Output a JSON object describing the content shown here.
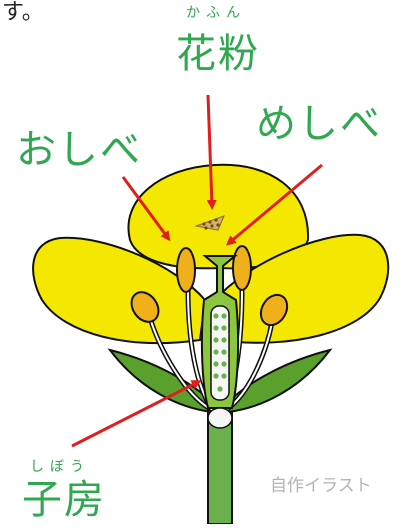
{
  "header": {
    "trailing_text": "す。"
  },
  "labels": {
    "pollen": {
      "ruby": "かふん",
      "text": "花粉"
    },
    "pistil": {
      "text": "めしべ"
    },
    "stamen": {
      "text": "おしべ"
    },
    "ovary": {
      "ruby": "しぼう",
      "text": "子房"
    }
  },
  "caption": "自作イラスト",
  "colors": {
    "petal": "#f5e800",
    "anther": "#f0b01c",
    "pistil": "#8cc63f",
    "stem": "#6ab04c",
    "sepal": "#5aa02c",
    "arrow": "#e01e1e",
    "label": "#2fa84f",
    "outline": "#111111"
  }
}
